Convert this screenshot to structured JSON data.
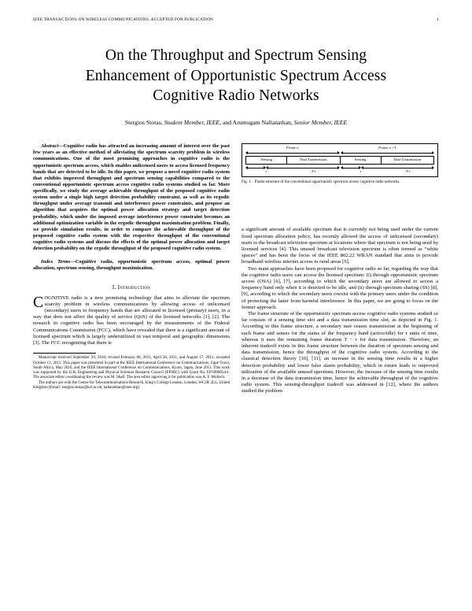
{
  "running_head": {
    "journal": "IEEE TRANSACTIONS ON WIRELESS COMMUNICATIONS, ACCEPTED FOR PUBLICATION",
    "page_number": "1"
  },
  "title": "On the Throughput and Spectrum Sensing Enhancement of Opportunistic Spectrum Access Cognitive Radio Networks",
  "title_lines": [
    "On the Throughput and Spectrum Sensing",
    "Enhancement of Opportunistic Spectrum Access",
    "Cognitive Radio Networks"
  ],
  "authors": {
    "author1_name": "Stergios Stotas,",
    "author1_grade": "Student Member, IEEE",
    "conjunction": ", and Arumugam Nallanathan,",
    "author2_grade": "Senior Member, IEEE"
  },
  "abstract": {
    "label": "Abstract",
    "dash": "—",
    "text": "Cognitive radio has attracted an increasing amount of interest over the past few years as an effective method of alleviating the spectrum scarcity problem in wireless communications. One of the most promising approaches in cognitive radio is the opportunistic spectrum access, which enables unlicensed users to access licensed frequency bands that are detected to be idle. In this paper, we propose a novel cognitive radio system that exhibits improved throughput and spectrum sensing capabilities compared to the conventional opportunistic spectrum access cognitive radio systems studied so far. More specifically, we study the average achievable throughput of the proposed cognitive radio system under a single high target detection probability constraint, as well as its ergodic throughput under average transmit and interference power constraints, and propose an algorithm that acquires the optimal power allocation strategy and target detection probability, which under the imposed average interference power constraint becomes an additional optimization variable in the ergodic throughput maximization problem. Finally, we provide simulation results, in order to compare the achievable throughput of the proposed cognitive radio system with the respective throughput of the conventional cognitive radio systems and discuss the effects of the optimal power allocation and target detection probability on the ergodic throughput of the proposed cognitive radio system."
  },
  "index_terms": {
    "label": "Index Terms",
    "dash": "—",
    "text": "Cognitive radio, opportunistic spectrum access, optimal power allocation, spectrum sensing, throughput maximization."
  },
  "sections": {
    "introduction_heading": "I. Introduction"
  },
  "intro": {
    "dropcap": "C",
    "smallcaps_rest": "OGNITIVE",
    "para1_rest": " radio is a new promising technology that aims to alleviate the spectrum scarcity problem in wireless communications by allowing access of unlicensed (secondary) users to frequency bands that are allocated to licensed (primary) users, in a way that does not affect the quality of service (QoS) of the licensed networks [1], [2]. The research in cognitive radio has been encouraged by the measurements of the Federal Communications Commission (FCC), which have revealed that there is a significant amount of licensed spectrum which is largely underutilized in vast temporal and geographic dimensions [3]. The FCC recognizing that there is"
  },
  "footnotes": [
    "Manuscript received September 29, 2010; revised February 08, 2011, April 26, 2011, and August 17, 2011; accepted October 13, 2011. This paper was presented in part at the IEEE International Conference on Communications, Cape Town, South Africa, May 2010, and the IEEE International Conference on Communications, Kyoto, Japan, June 2011. This work was supported by the U.K. Engineering and Physical Sciences Research Council (EPSRC) with Grant No. EP/I000054/1. The associate editor coordinating the review was M. Shafi. The area editor approving it for publication was A. F. Molisch.",
    "The authors are with the Centre for Telecommunications Research, King's College London, London, WC2R 2LS, United Kingdom (Email: stergios.stotas@kcl.ac.uk, nallanathan@ieee.org)."
  ],
  "figure": {
    "frame_n_label": "Frame n",
    "frame_n1_label": "Frame n +1",
    "sensing_label": "Sensing",
    "data_label": "Data Transmission",
    "tau_label": "τ",
    "t_minus_tau_label": "T-τ",
    "caption_number": "Fig. 1.",
    "caption_text": "Frame structure of the conventional opportunistic spectrum access cognitive radio networks."
  },
  "right_column": {
    "para1": "a significant amount of available spectrum that is currently not being used under the current fixed spectrum allocation policy, has recently allowed the access of unlicensed (secondary) users to the broadcast television spectrum at locations where that spectrum is not being used by licensed services [4]. This unused broadcast television spectrum is often termed as “white spaces” and has been the focus of the IEEE 802.22 WRAN standard that aims to provide broadband wireless internet access to rural areas [5].",
    "para2": "Two main approaches have been proposed for cognitive radio so far, regarding the way that the cognitive radio users can access the licensed spectrum: (i) through opportunistic spectrum access (OSA) [6], [7], according to which the secondary users are allowed to access a frequency band only when it is detected to be idle, and (ii) through spectrum sharing (SS) [8], [9], according to which the secondary users coexist with the primary users under the condition of protecting the latter from harmful interference. In this paper, we are going to focus on the former approach.",
    "para3": "The frame structure of the opportunistic spectrum access cognitive radio systems studied so far consists of a sensing time slot and a data transmission time slot, as depicted in Fig. 1. According to this frame structure, a secondary user ceases transmission at the beginning of each frame and senses for the status of the frequency band (active/idle) for τ units of time, whereas it uses the remaining frame duration T − τ for data transmission. Therefore, an inherent tradeoff exists in this frame structure between the duration of spectrum sensing and data transmission, hence the throughput of the cognitive radio system. According to the classical detection theory [10], [11], an increase in the sensing time results in a higher detection probability and lower false alarm probability, which in return leads to improved utilization of the available unused spectrum. However, the increase of the sensing time results in a decrease of the data transmission time, hence the achievable throughput of the cognitive radio system. This sensing-throughput tradeoff was addressed in [12], where the authors studied the problem"
  },
  "colors": {
    "text": "#000000",
    "background": "#ffffff"
  }
}
